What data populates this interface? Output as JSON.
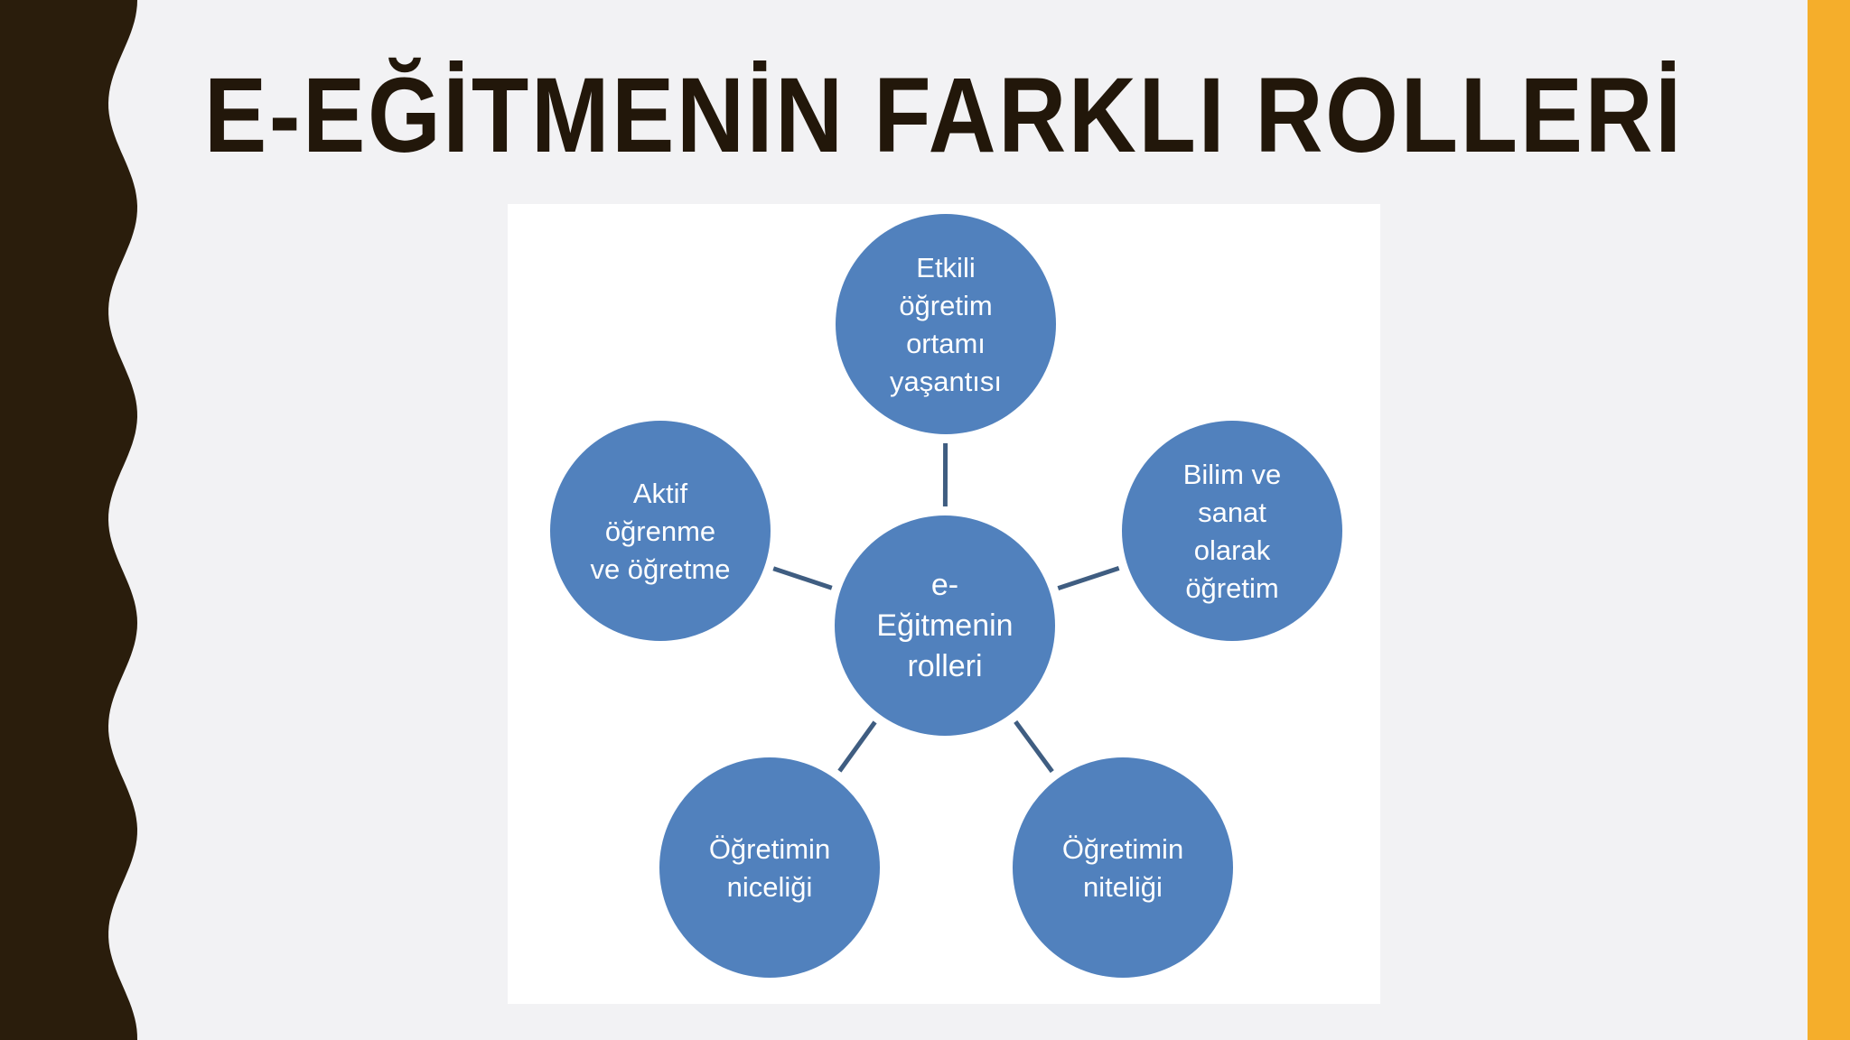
{
  "slide": {
    "title": "E-EĞİTMENİN FARKLI ROLLERİ"
  },
  "colors": {
    "background": "#f2f2f4",
    "left_strip": "#2a1d0c",
    "accent_bar": "#f5ae2b",
    "title": "#22170a",
    "node_fill": "#5181bd",
    "connector": "#3f5d81",
    "diagram_panel": "#ffffff"
  },
  "diagram": {
    "center": {
      "lines": [
        "e-",
        "Eğitmenin",
        "rolleri"
      ]
    },
    "roles": [
      {
        "id": "etkili-ogretim-ortami",
        "lines": [
          "Etkili",
          "öğretim",
          "ortamı",
          "yaşantısı"
        ]
      },
      {
        "id": "bilim-ve-sanat",
        "lines": [
          "Bilim ve",
          "sanat",
          "olarak",
          "öğretim"
        ]
      },
      {
        "id": "ogretimin-niteligi",
        "lines": [
          "Öğretimin",
          "niteliği"
        ]
      },
      {
        "id": "ogretimin-niceligi",
        "lines": [
          "Öğretimin",
          "niceliği"
        ]
      },
      {
        "id": "aktif-ogrenme",
        "lines": [
          "Aktif",
          "öğrenme",
          "ve öğretme"
        ]
      }
    ]
  }
}
